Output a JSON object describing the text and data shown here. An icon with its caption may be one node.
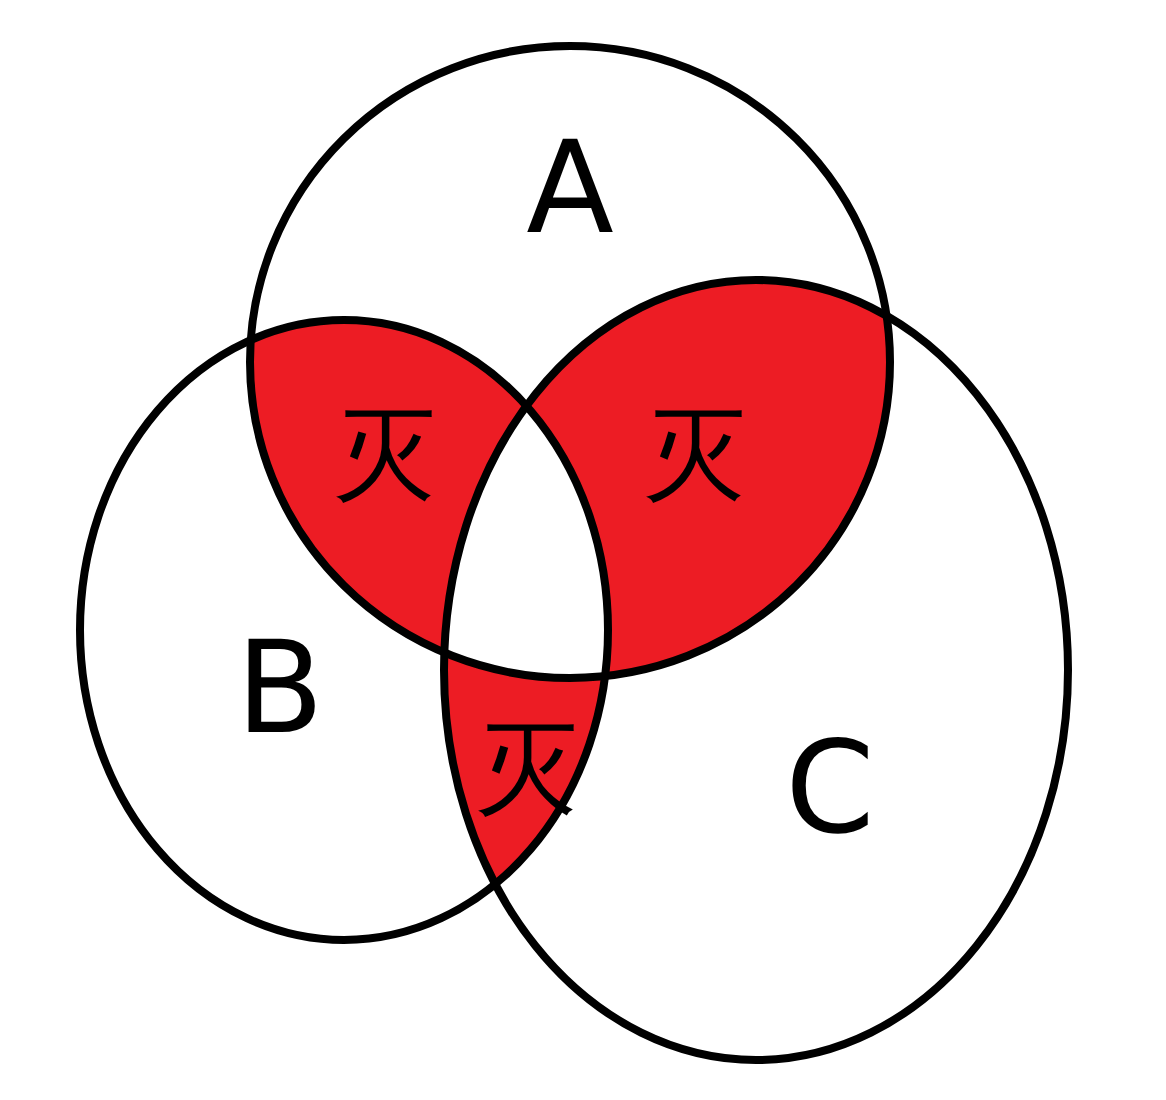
{
  "diagram": {
    "nodes": [
      {
        "text": [
          "A"
        ]
      },
      {
        "text": [
          "B"
        ]
      },
      {
        "text": [
          "C"
        ]
      }
    ],
    "labels": [
      "灭",
      "灭",
      "灭"
    ]
  }
}
